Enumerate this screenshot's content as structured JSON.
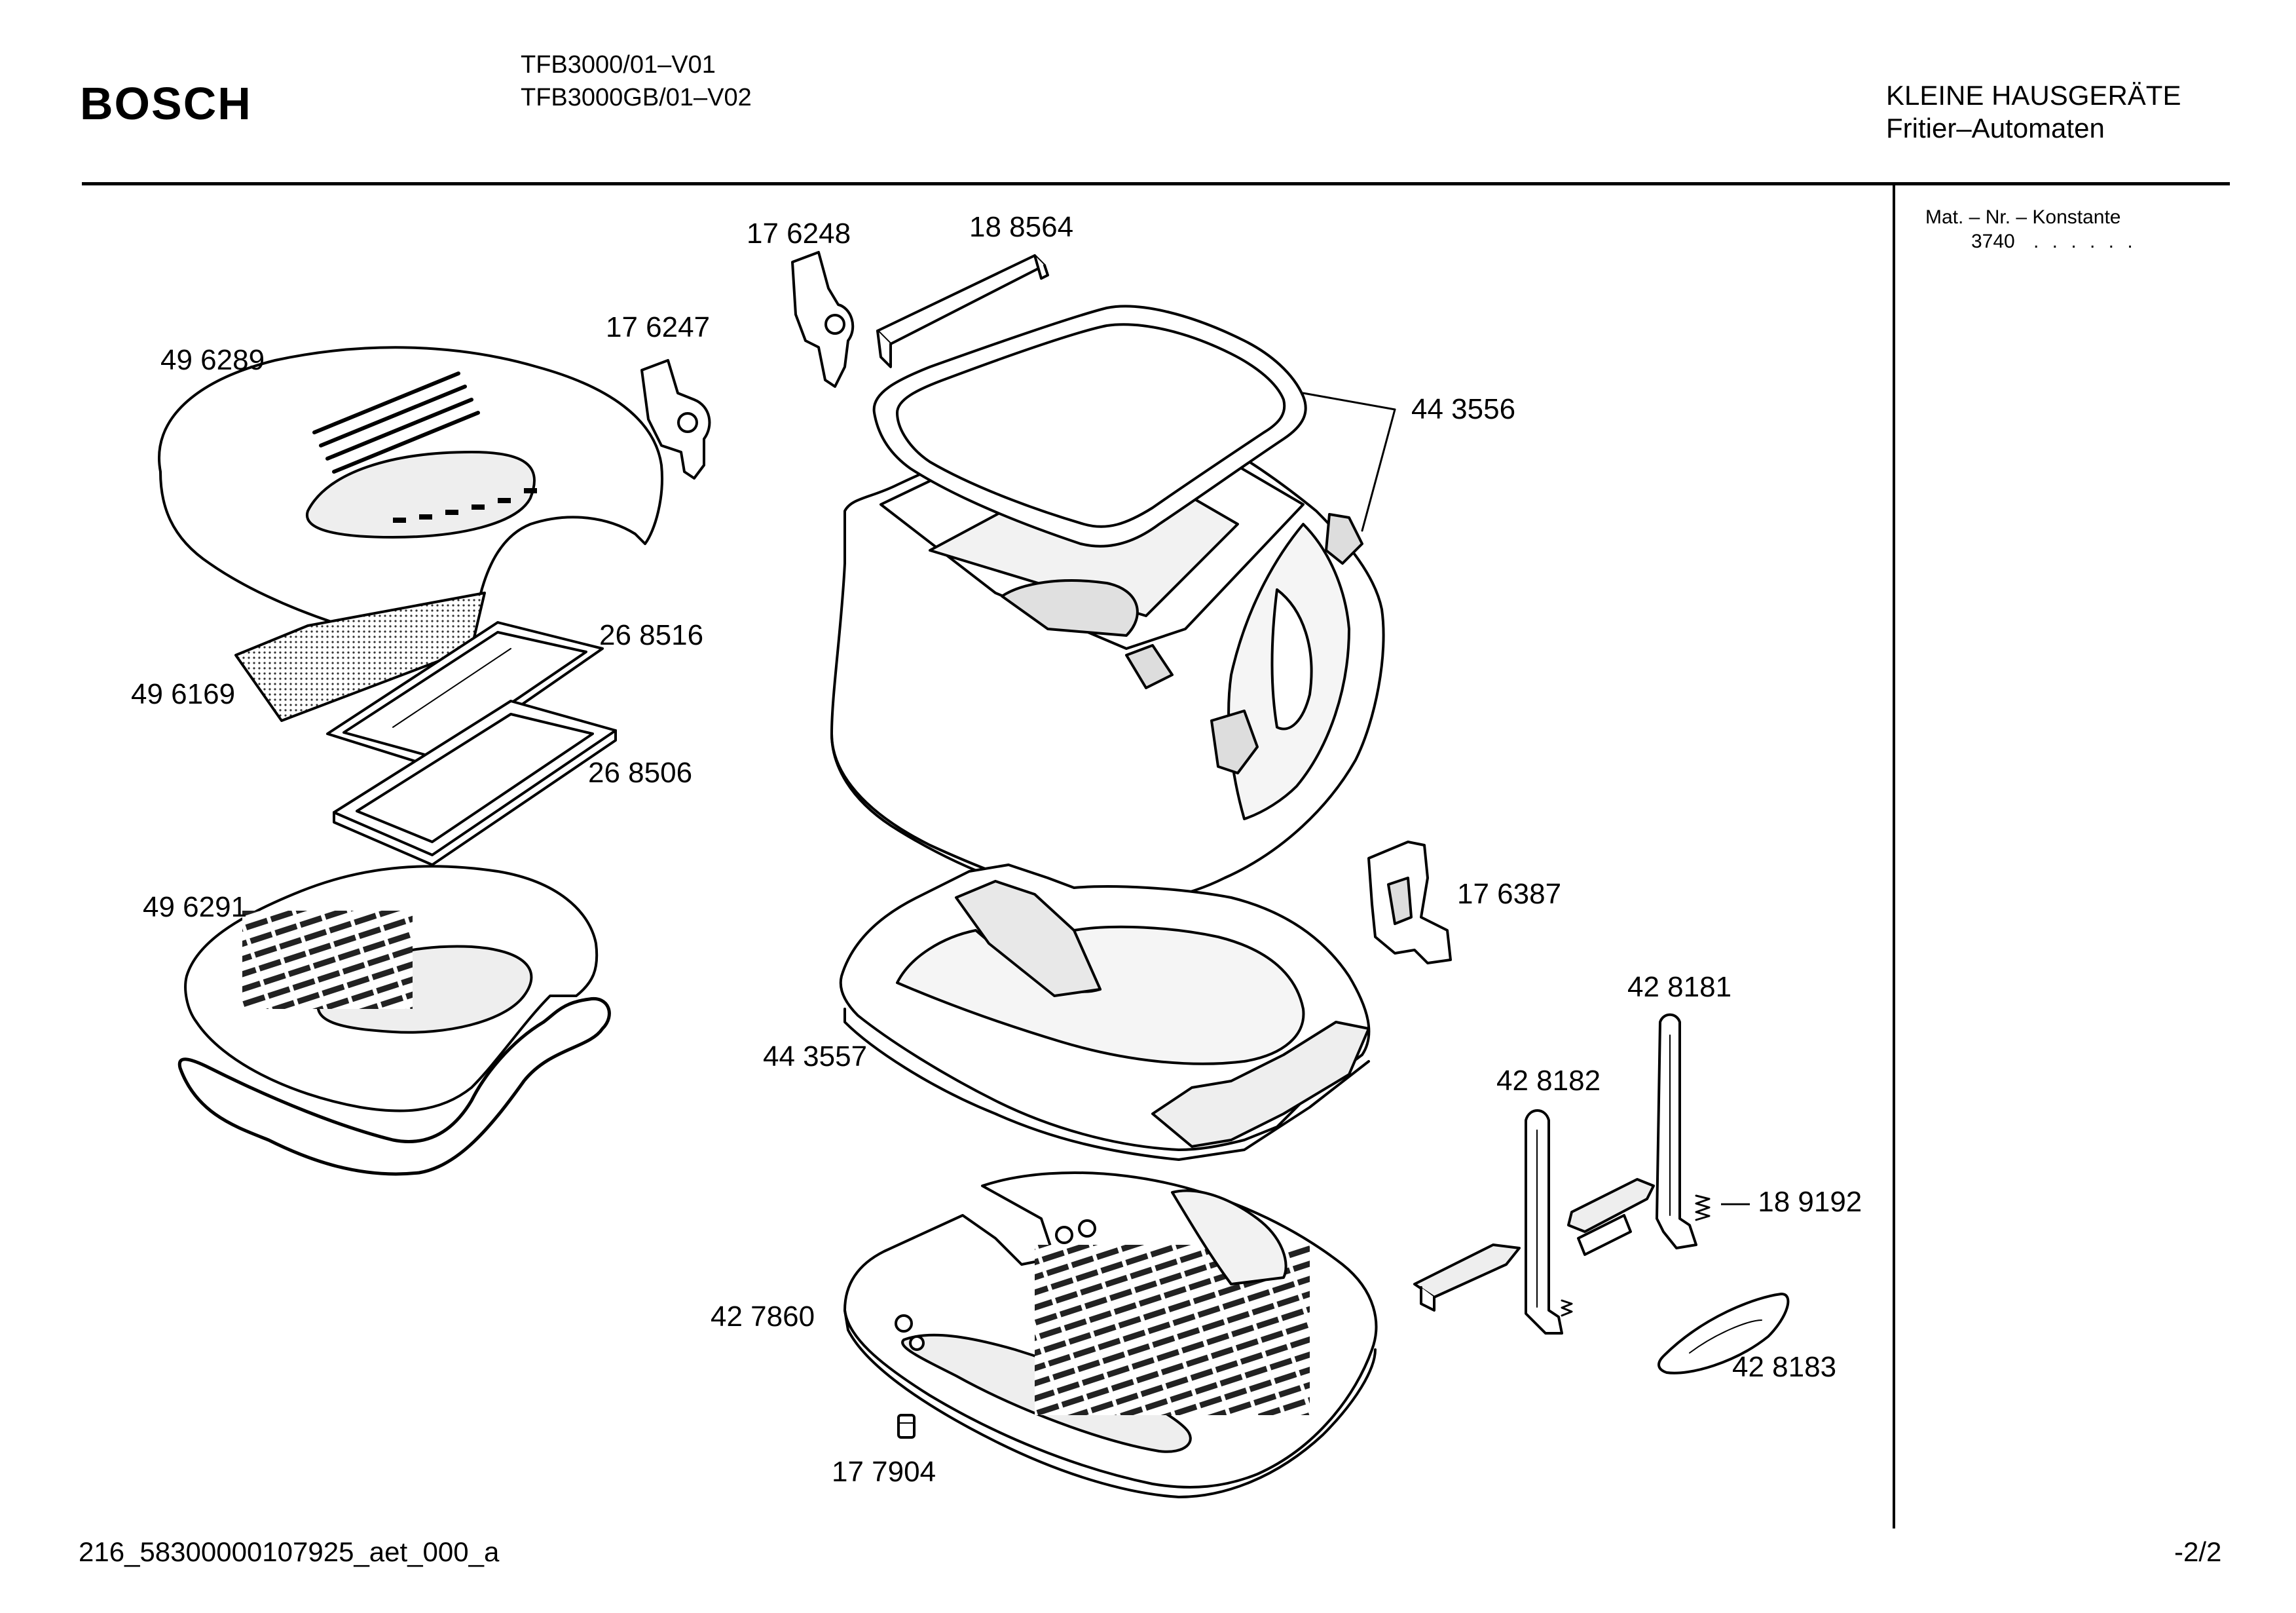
{
  "header": {
    "brand": "BOSCH",
    "models": [
      "TFB3000/01–V01",
      "TFB3000GB/01–V02"
    ],
    "category": "KLEINE HAUSGERÄTE",
    "subcategory": "Fritier–Automaten"
  },
  "sidebar": {
    "label": "Mat. – Nr. – Konstante",
    "code": "3740",
    "dots": ". .   . . . ."
  },
  "parts": [
    {
      "id": "p176248",
      "label": "17 6248"
    },
    {
      "id": "p188564",
      "label": "18 8564"
    },
    {
      "id": "p176247",
      "label": "17 6247"
    },
    {
      "id": "p496289",
      "label": "49 6289"
    },
    {
      "id": "p443556",
      "label": "44 3556"
    },
    {
      "id": "p268516",
      "label": "26 8516"
    },
    {
      "id": "p496169",
      "label": "49 6169"
    },
    {
      "id": "p268506",
      "label": "26 8506"
    },
    {
      "id": "p496291",
      "label": "49 6291"
    },
    {
      "id": "p176387",
      "label": "17 6387"
    },
    {
      "id": "p428181",
      "label": "42 8181"
    },
    {
      "id": "p443557",
      "label": "44 3557"
    },
    {
      "id": "p428182",
      "label": "42 8182"
    },
    {
      "id": "p189192",
      "label": "— 18 9192"
    },
    {
      "id": "p427860",
      "label": "42 7860"
    },
    {
      "id": "p428183",
      "label": "42 8183"
    },
    {
      "id": "p177904",
      "label": "17 7904"
    }
  ],
  "footer": {
    "document_id": "216_58300000107925_aet_000_a",
    "page": "-2/2"
  }
}
